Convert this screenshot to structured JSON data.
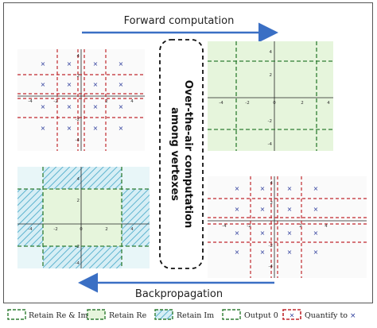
{
  "arrows": {
    "forward_label": "Forward computation",
    "backward_label": "Backpropagation"
  },
  "center_box": {
    "line1": "Over-the-air computation",
    "line2": "among vertexes"
  },
  "panels": {
    "ticks_small": [
      "-4",
      "-2",
      "0",
      "2",
      "4"
    ],
    "ticks_top_right": [
      "-4",
      "-2",
      "0",
      "2",
      "4"
    ]
  },
  "legend": {
    "retain_re_im": "Retain Re & Im",
    "retain_re": "Retain Re",
    "retain_im": "Retain Im",
    "output_0": "Output 0",
    "quantify_to": "Quantify to"
  },
  "colors": {
    "red": "#c0282d",
    "green": "#2f7d32",
    "blue_arrow": "#3a6fc4",
    "light_green": "#e6f5dc",
    "light_blue": "#d6eef5",
    "marker_blue": "#2a3a9a"
  }
}
